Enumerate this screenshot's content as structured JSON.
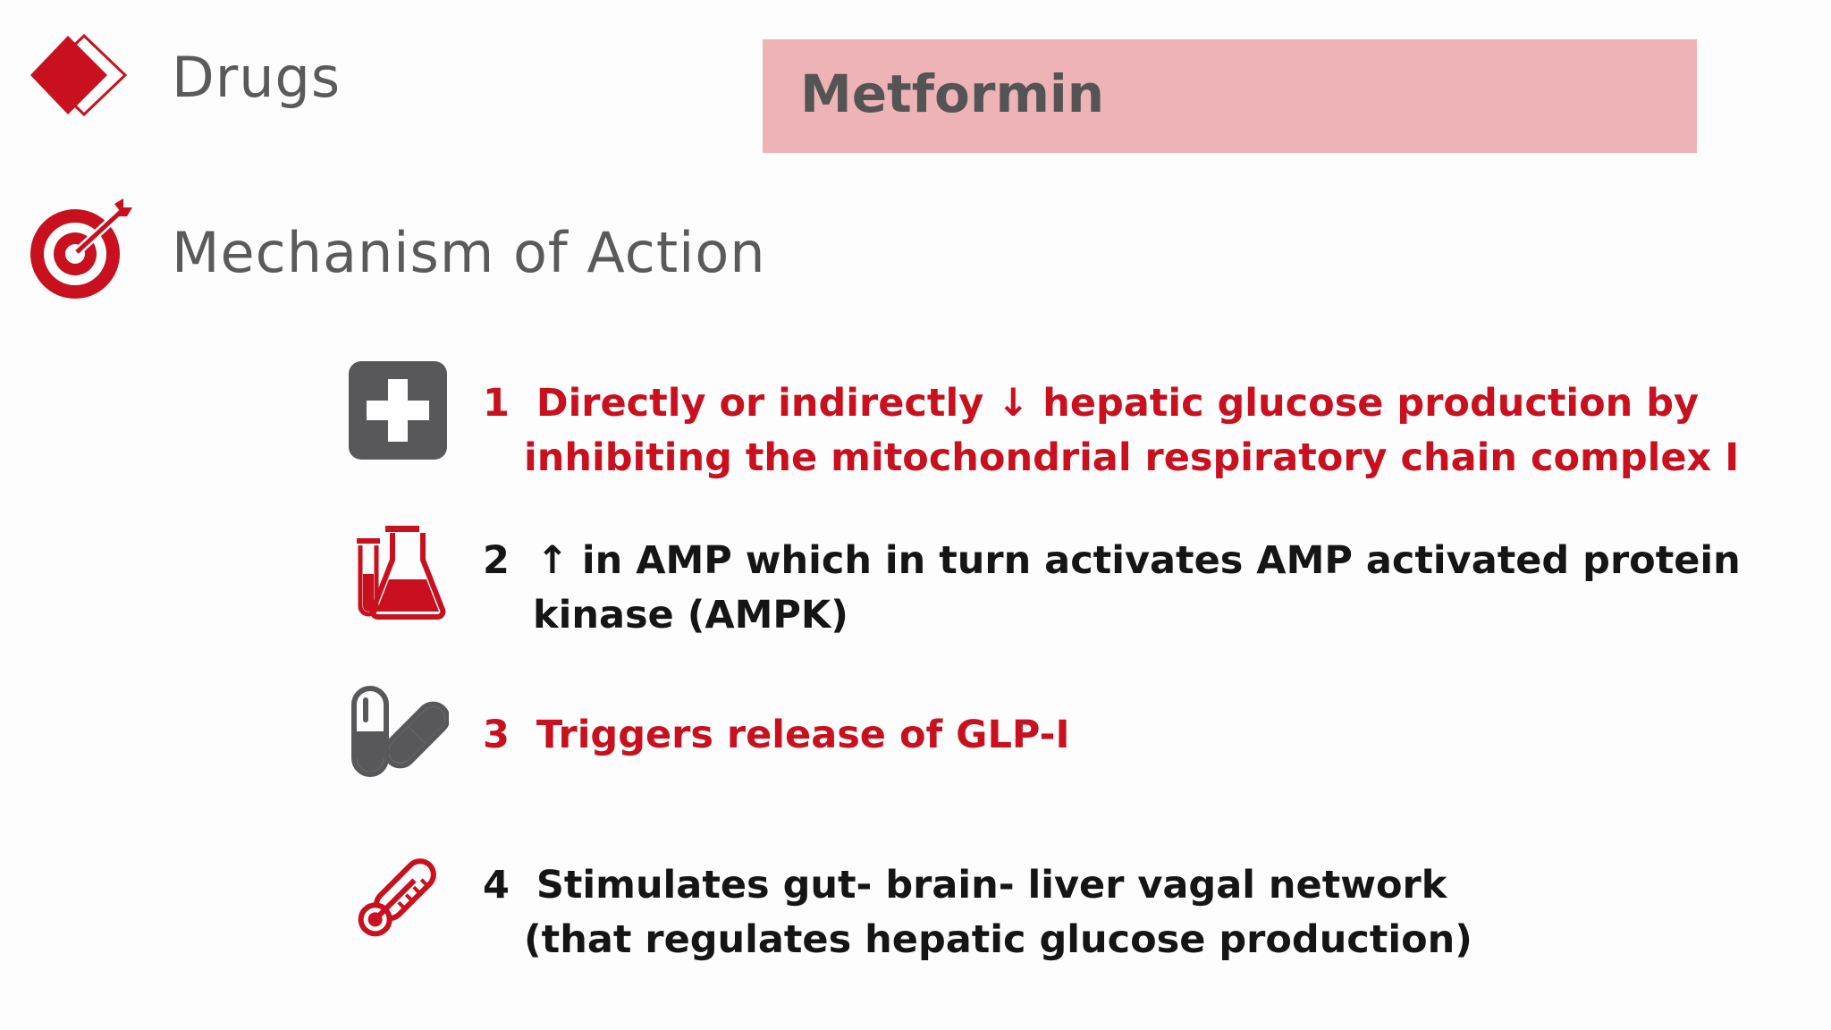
{
  "headings": {
    "drugs": "Drugs",
    "mechanism": "Mechanism of Action"
  },
  "drug": {
    "name": "Metformin"
  },
  "items": [
    {
      "number": "1",
      "line1": "Directly or indirectly ↓ hepatic glucose production by",
      "line2": "inhibiting the mitochondrial respiratory chain complex I",
      "color": "#c8101e",
      "icon": "medical-cross-icon"
    },
    {
      "number": "2",
      "line1": "↑ in AMP which in turn activates AMP activated protein",
      "line2": "kinase (AMPK)",
      "color": "#151515",
      "icon": "lab-flask-test-tube-icon"
    },
    {
      "number": "3",
      "line1": "Triggers release of GLP-I",
      "line2": "",
      "color": "#c8101e",
      "icon": "capsule-pill-icon"
    },
    {
      "number": "4",
      "line1": "Stimulates gut- brain- liver vagal network",
      "line2": "(that regulates hepatic glucose production)",
      "color": "#151515",
      "icon": "thermometer-icon"
    }
  ],
  "colors": {
    "accent": "#c8101e",
    "heading_gray": "#5a5a5a",
    "drug_box": "#edb3b6",
    "icon_gray": "#58585a"
  }
}
